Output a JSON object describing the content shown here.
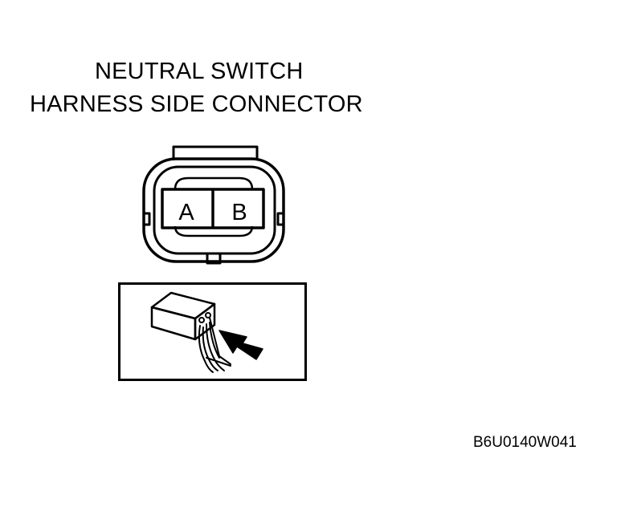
{
  "title": {
    "line1": "NEUTRAL SWITCH",
    "line2": "HARNESS SIDE CONNECTOR"
  },
  "connector": {
    "pins": [
      {
        "label": "A"
      },
      {
        "label": "B"
      }
    ]
  },
  "inset": {
    "icon": "probe-into-connector-back-icon"
  },
  "figure_code": "B6U0140W041"
}
